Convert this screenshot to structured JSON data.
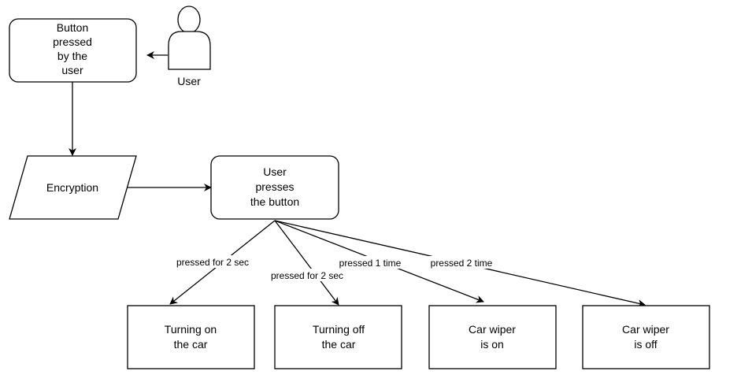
{
  "diagram": {
    "nodes": {
      "button_pressed": {
        "line1": "Button",
        "line2": "pressed",
        "line3": "by the",
        "line4": "user"
      },
      "user_actor": {
        "label": "User"
      },
      "encryption": {
        "label": "Encryption"
      },
      "user_presses": {
        "line1": "User",
        "line2": "presses",
        "line3": "the button"
      },
      "turning_on": {
        "line1": "Turning on",
        "line2": "the car"
      },
      "turning_off": {
        "line1": "Turning off",
        "line2": "the car"
      },
      "wiper_on": {
        "line1": "Car wiper",
        "line2": "is on"
      },
      "wiper_off": {
        "line1": "Car wiper",
        "line2": "is off"
      }
    },
    "edges": {
      "to_turning_on": {
        "label": "pressed for 2 sec"
      },
      "to_turning_off": {
        "label": "pressed for 2 sec"
      },
      "to_wiper_on": {
        "label": "pressed 1 time"
      },
      "to_wiper_off": {
        "label": "pressed 2 time"
      }
    },
    "colors": {
      "stroke": "#000000",
      "fill": "#ffffff",
      "text": "#000000"
    }
  }
}
